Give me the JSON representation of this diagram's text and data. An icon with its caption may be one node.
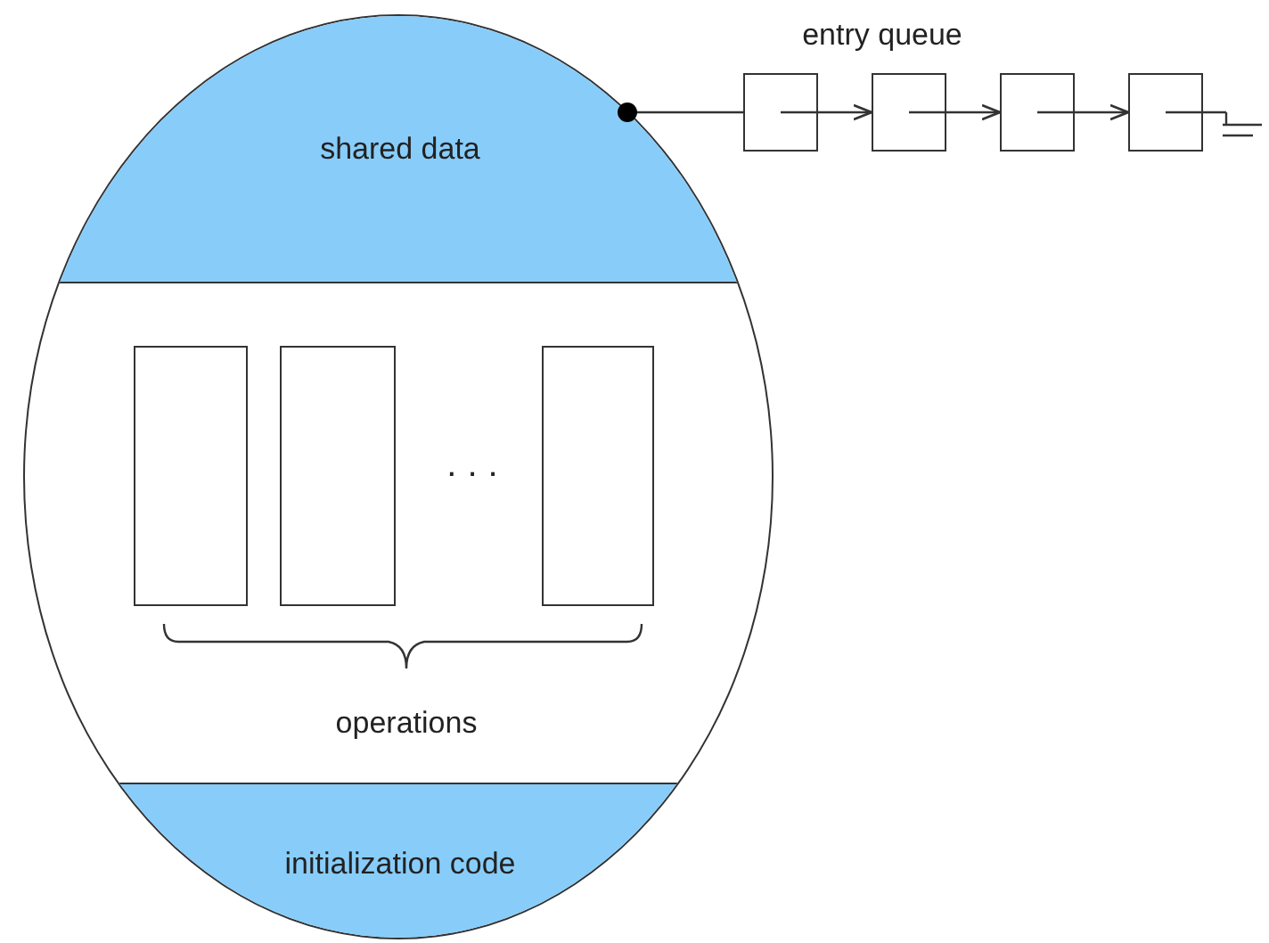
{
  "diagram": {
    "nodes": [
      {
        "text": [],
        "shape": "circle"
      },
      {
        "text": [
          "shared data"
        ],
        "in": 0
      },
      {
        "text": [],
        "shape": "box",
        "in": 0
      },
      {
        "text": [],
        "shape": "box",
        "in": 0
      },
      {
        "text": [],
        "shape": "box",
        "in": 0
      },
      {
        "text": [
          "initialization code"
        ],
        "in": 0
      },
      {
        "text": [],
        "shape": "box"
      },
      {
        "text": [],
        "shape": "box"
      },
      {
        "text": [],
        "shape": "box"
      },
      {
        "text": [],
        "shape": "box"
      }
    ],
    "edges": [
      {
        "from": 1,
        "to": 6,
        "arrow": "other"
      },
      {
        "from": 6,
        "to": 7,
        "arrow": "to"
      },
      {
        "from": 7,
        "to": 8,
        "arrow": "to"
      },
      {
        "from": 8,
        "to": 9,
        "arrow": "to"
      },
      {
        "from": 9,
        "to": null,
        "arrow": "other"
      }
    ],
    "labels": [
      "entry queue",
      "...",
      "operations"
    ]
  }
}
